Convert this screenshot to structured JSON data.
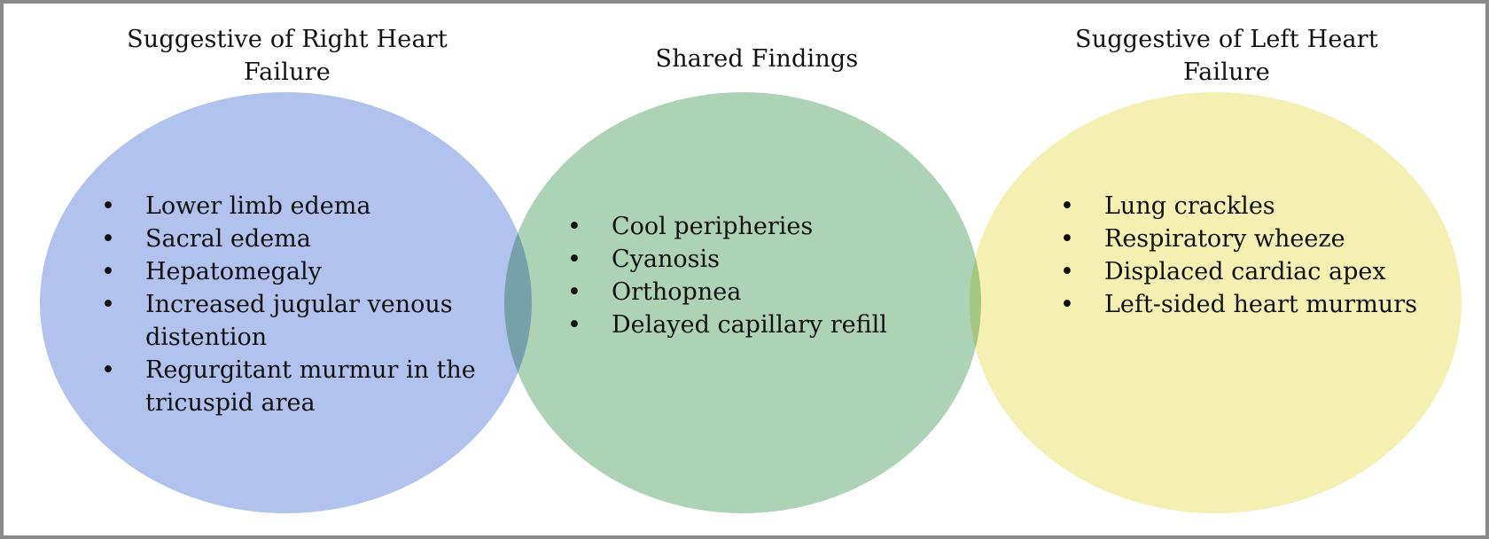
{
  "diagram": {
    "sets": [
      {
        "id": "right",
        "title_line1": "Suggestive of Right Heart",
        "title_line2": "Failure",
        "color": "#a9bdec",
        "items": [
          "Lower limb edema",
          "Sacral edema",
          "Hepatomegaly",
          "Increased jugular venous",
          "distention",
          "Regurgitant murmur in the",
          "tricuspid area"
        ]
      },
      {
        "id": "shared",
        "title_line1": "Shared Findings",
        "color": "#a6cfb1",
        "items": [
          "Cool peripheries",
          "Cyanosis",
          "Orthopnea",
          "Delayed capillary refill"
        ]
      },
      {
        "id": "left",
        "title_line1": "Suggestive of Left Heart",
        "title_line2": "Failure",
        "color": "#f2efaa",
        "items": [
          "Lung crackles",
          "Respiratory wheeze",
          "Displaced cardiac apex",
          "Left-sided heart murmurs"
        ]
      }
    ],
    "overlap_colors": {
      "right_shared": "#6fa2a4",
      "shared_left": "#d4e4a6"
    }
  }
}
